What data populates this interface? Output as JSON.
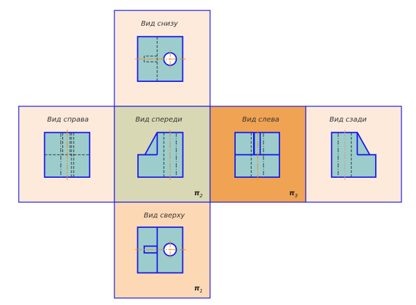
{
  "views": {
    "bottom": {
      "label": "Вид снизу"
    },
    "right": {
      "label": "Вид справа"
    },
    "front": {
      "label": "Вид спереди",
      "plane": "π",
      "plane_index": "2"
    },
    "left": {
      "label": "Вид слева",
      "plane": "π",
      "plane_index": "3"
    },
    "back": {
      "label": "Вид сзади"
    },
    "top": {
      "label": "Вид сверху",
      "plane": "π",
      "plane_index": "1"
    }
  },
  "colors": {
    "panel_light": "#fdeadb",
    "panel_front": "#d8d8b4",
    "panel_left": "#f0a352",
    "panel_top": "#fcd9b4",
    "part_fill": "#9ccccc",
    "outline": "#1818e8",
    "axis": "#f08a20"
  }
}
